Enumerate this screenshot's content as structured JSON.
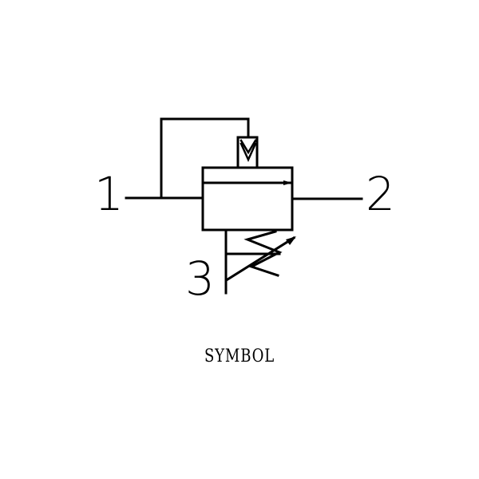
{
  "diagram": {
    "type": "hydraulic-symbol",
    "description": "Pressure reducing / relief valve symbol with pilot line and adjustable spring",
    "caption": "SYMBOL",
    "ports": [
      {
        "id": "1",
        "label": "1",
        "position": "left"
      },
      {
        "id": "2",
        "label": "2",
        "position": "right"
      },
      {
        "id": "3",
        "label": "3",
        "position": "bottom-left"
      }
    ],
    "colors": {
      "stroke": "#000000",
      "background": "#ffffff"
    }
  }
}
